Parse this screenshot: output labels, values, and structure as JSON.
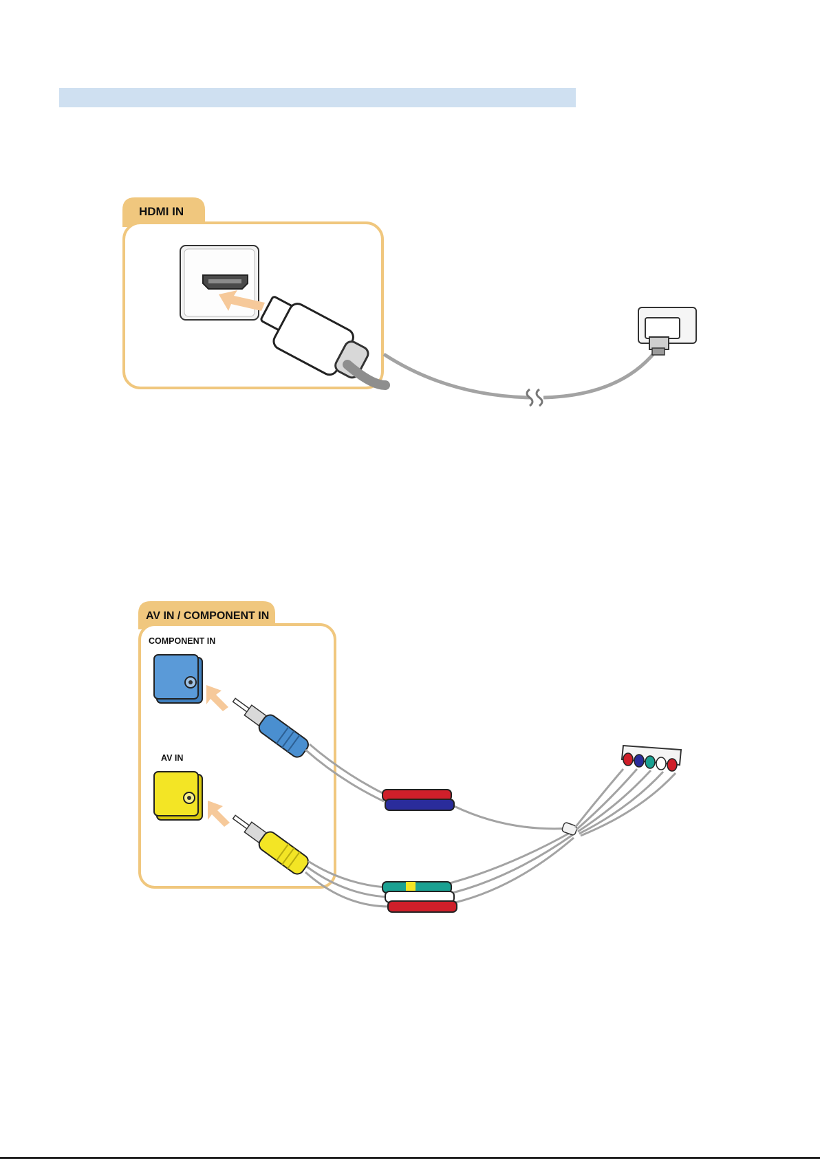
{
  "hdmi_panel": {
    "tab_label": "HDMI  IN"
  },
  "av_panel": {
    "tab_label": "AV IN / COMPONENT IN",
    "component_label": "COMPONENT IN",
    "av_label": "AV IN"
  },
  "colors": {
    "accent_orange": "#f0c77e",
    "header_blue": "#cfe0f1",
    "arrow_orange": "#f6c99a",
    "cable_gray": "#a3a3a3",
    "component_blue": "#4a8fd0",
    "av_yellow": "#f3e525",
    "plug_red": "#cf1f2a",
    "plug_blue": "#2a2c9b",
    "plug_green": "#1aa192",
    "plug_white": "#ffffff"
  }
}
